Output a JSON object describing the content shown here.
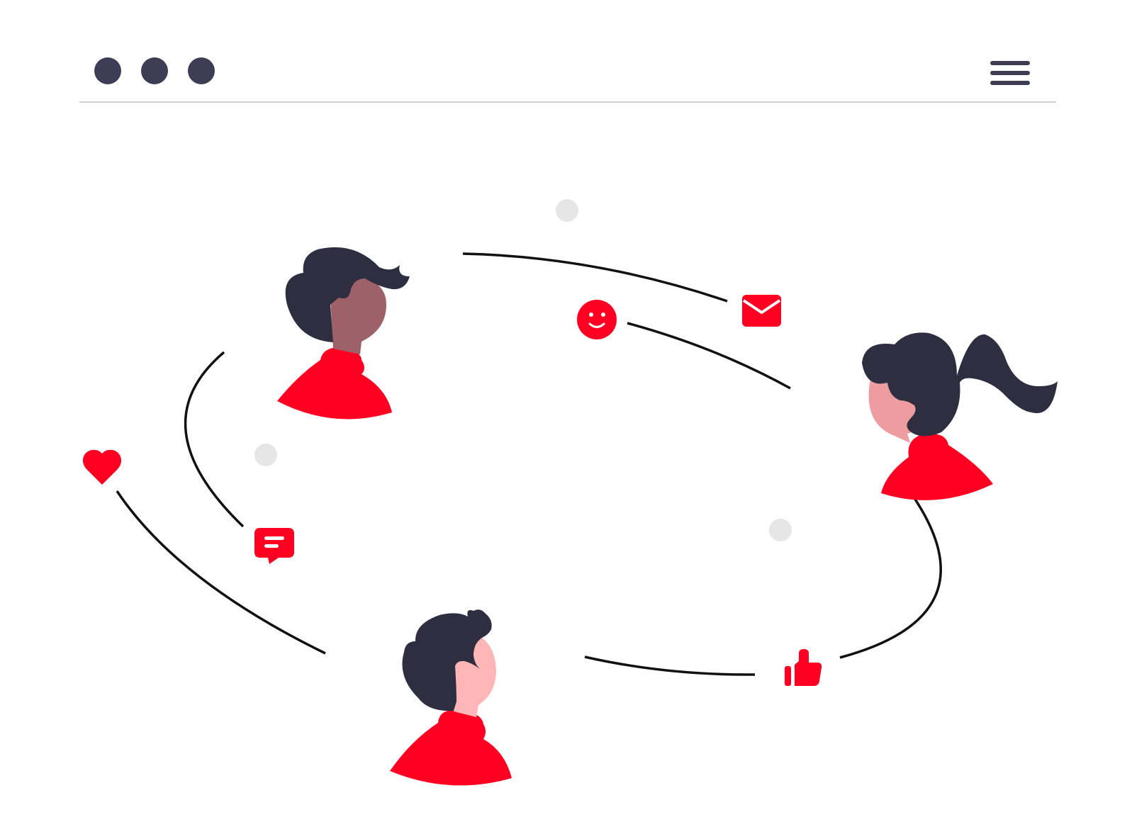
{
  "colors": {
    "ink": "#3f3d56",
    "hair": "#2f2e41",
    "accent": "#ff0022",
    "divider": "#d0d0d0",
    "line": "#111111",
    "bubble": "#e6e6e6",
    "skin_dark": "#9e616a",
    "skin_light": "#ffb6b6",
    "skin_pink": "#ed9da0",
    "icon_white": "#ffffff"
  },
  "window_controls": [
    "dot",
    "dot",
    "dot"
  ],
  "menu": {
    "icon": "hamburger-menu-icon"
  },
  "icons": {
    "mail": "envelope-icon",
    "smile": "smiley-icon",
    "heart": "heart-icon",
    "chat": "chat-bubble-icon",
    "like": "thumbs-up-icon"
  },
  "people": [
    {
      "name": "person-top-left",
      "skin": "skin_dark"
    },
    {
      "name": "person-right",
      "skin": "skin_pink"
    },
    {
      "name": "person-bottom",
      "skin": "skin_light"
    }
  ]
}
